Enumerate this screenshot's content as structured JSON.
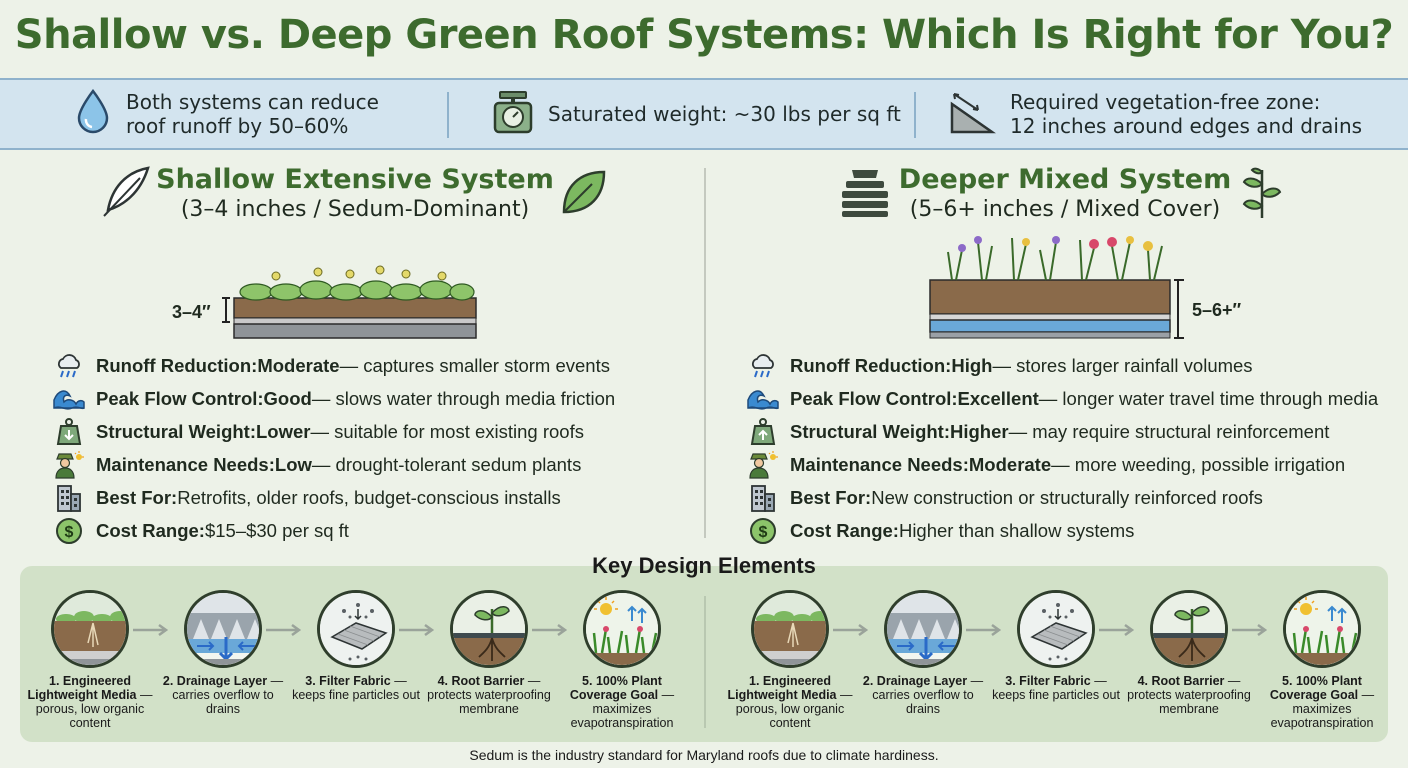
{
  "title": "Shallow vs. Deep Green Roof Systems: Which Is Right for You?",
  "banner": [
    {
      "icon": "water-drop-icon",
      "line1": "Both systems can reduce",
      "line2": "roof runoff by 50–60%"
    },
    {
      "icon": "scale-icon",
      "line1": "Saturated weight: ~30 lbs per sq ft",
      "line2": ""
    },
    {
      "icon": "roof-edge-icon",
      "line1": "Required vegetation-free zone:",
      "line2": "12 inches around edges and drains"
    }
  ],
  "shallow": {
    "title": "Shallow Extensive System",
    "subtitle": "(3–4 inches / Sedum-Dominant)",
    "depth_label": "3–4″",
    "features": [
      {
        "icon": "rain-cloud-icon",
        "label": "Runoff Reduction: ",
        "value": "Moderate",
        "desc": " — captures smaller storm events"
      },
      {
        "icon": "wave-icon",
        "label": "Peak Flow Control: ",
        "value": "Good",
        "desc": " — slows water through media friction"
      },
      {
        "icon": "weight-down-icon",
        "label": "Structural Weight: ",
        "value": "Lower",
        "desc": " — suitable for most existing roofs"
      },
      {
        "icon": "gardener-icon",
        "label": "Maintenance Needs: ",
        "value": "Low",
        "desc": " — drought-tolerant sedum plants"
      },
      {
        "icon": "building-icon",
        "label": "Best For: ",
        "value": "",
        "desc": "Retrofits, older roofs, budget-conscious installs"
      },
      {
        "icon": "dollar-icon",
        "label": "Cost Range: ",
        "value": "",
        "desc": "$15–$30 per sq ft"
      }
    ]
  },
  "deep": {
    "title": "Deeper Mixed System",
    "subtitle": "(5–6+ inches / Mixed Cover)",
    "depth_label": "5–6+″",
    "features": [
      {
        "icon": "rain-cloud-icon",
        "label": "Runoff Reduction: ",
        "value": "High",
        "desc": " — stores larger rainfall volumes"
      },
      {
        "icon": "wave-icon",
        "label": "Peak Flow Control: ",
        "value": "Excellent",
        "desc": " — longer water travel time through media"
      },
      {
        "icon": "weight-up-icon",
        "label": "Structural Weight: ",
        "value": "Higher",
        "desc": " — may require structural reinforcement"
      },
      {
        "icon": "gardener-icon",
        "label": "Maintenance Needs: ",
        "value": "Moderate",
        "desc": " — more weeding, possible irrigation"
      },
      {
        "icon": "building-icon",
        "label": "Best For: ",
        "value": "",
        "desc": "New construction or structurally reinforced roofs"
      },
      {
        "icon": "dollar-icon",
        "label": "Cost Range: ",
        "value": "",
        "desc": "Higher than shallow systems"
      }
    ]
  },
  "key_design": {
    "title": "Key Design Elements",
    "steps": [
      {
        "icon": "media-layer-icon",
        "head": "1. Engineered Lightweight Media",
        "body": "— porous, low organic content"
      },
      {
        "icon": "drainage-layer-icon",
        "head": "2. Drainage Layer",
        "body": "— carries overflow to drains"
      },
      {
        "icon": "filter-fabric-icon",
        "head": "3. Filter Fabric",
        "body": "— keeps fine particles out"
      },
      {
        "icon": "root-barrier-icon",
        "head": "4. Root Barrier",
        "body": "— protects waterproofing membrane"
      },
      {
        "icon": "plant-coverage-icon",
        "head": "5. 100% Plant Coverage Goal",
        "body": "— maximizes evapotranspiration"
      }
    ]
  },
  "footnote": "Sedum is the industry standard for Maryland roofs due to climate hardiness."
}
